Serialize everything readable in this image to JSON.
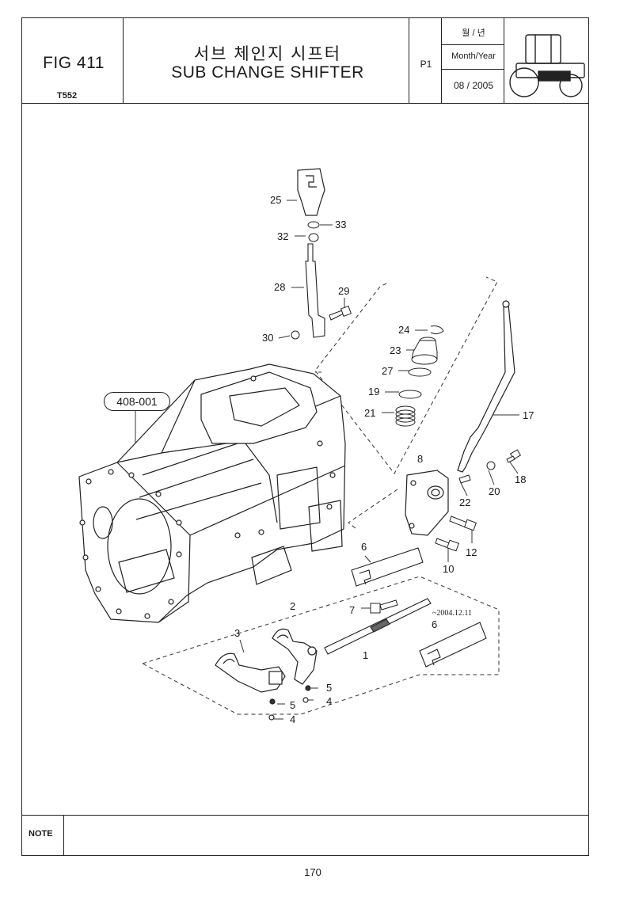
{
  "header": {
    "figure": "FIG 411",
    "model": "T552",
    "title_ko": "서브 체인지 시프터",
    "title_en": "SUB CHANGE SHIFTER",
    "page_code": "P1",
    "month_year_ko": "월 / 년",
    "month_year_en": "Month/Year",
    "date": "08 / 2005"
  },
  "diagram": {
    "assembly_ref": "408-001",
    "date_note": "~2004.12.11",
    "callouts": [
      "25",
      "33",
      "32",
      "28",
      "29",
      "30",
      "24",
      "23",
      "27",
      "19",
      "21",
      "17",
      "8",
      "18",
      "20",
      "22",
      "12",
      "10",
      "6",
      "7",
      "2",
      "3",
      "1",
      "6",
      "5",
      "4",
      "5",
      "4"
    ]
  },
  "note": {
    "label": "NOTE"
  },
  "footer": {
    "page_number": "170"
  }
}
